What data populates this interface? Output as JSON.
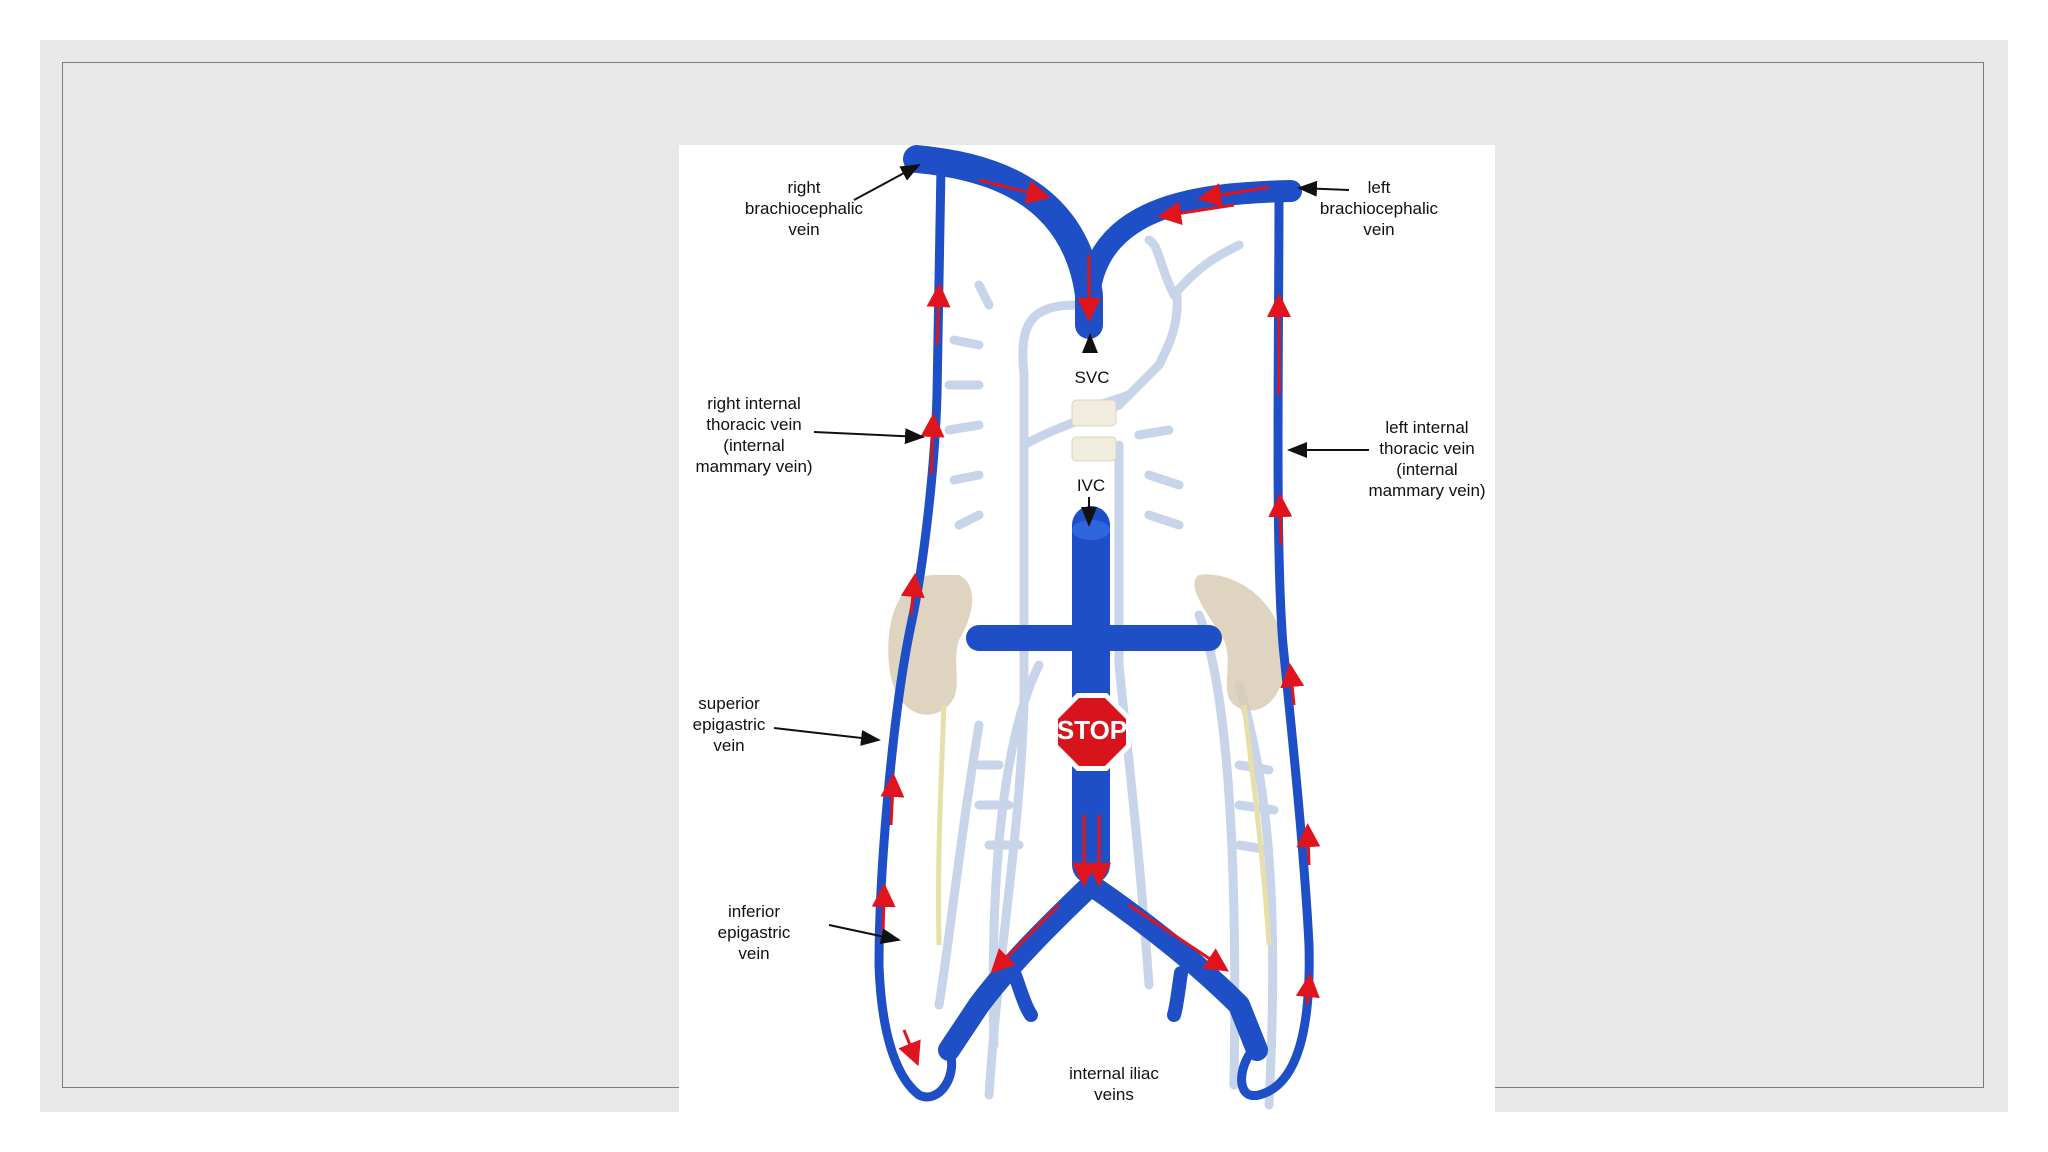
{
  "labels": {
    "right_brachiocephalic": "right\nbrachiocephalic\nvein",
    "left_brachiocephalic": "left\nbrachiocephalic\nvein",
    "svc": "SVC",
    "ivc": "IVC",
    "right_internal_thoracic": "right internal\nthoracic vein\n(internal\nmammary vein)",
    "left_internal_thoracic": "left internal\nthoracic vein\n(internal\nmammary vein)",
    "superior_epigastric": "superior\nepigastric\nvein",
    "inferior_epigastric": "inferior\nepigastric\nvein",
    "internal_iliac": "internal iliac\nveins",
    "stop_sign": "STOP"
  },
  "colors": {
    "vein_blue": "#1f4fc6",
    "faint_vein": "#c8d4ea",
    "flow_arrow": "#e0141c",
    "kidney": "#d9cdb4",
    "stop_red": "#d7141c"
  }
}
